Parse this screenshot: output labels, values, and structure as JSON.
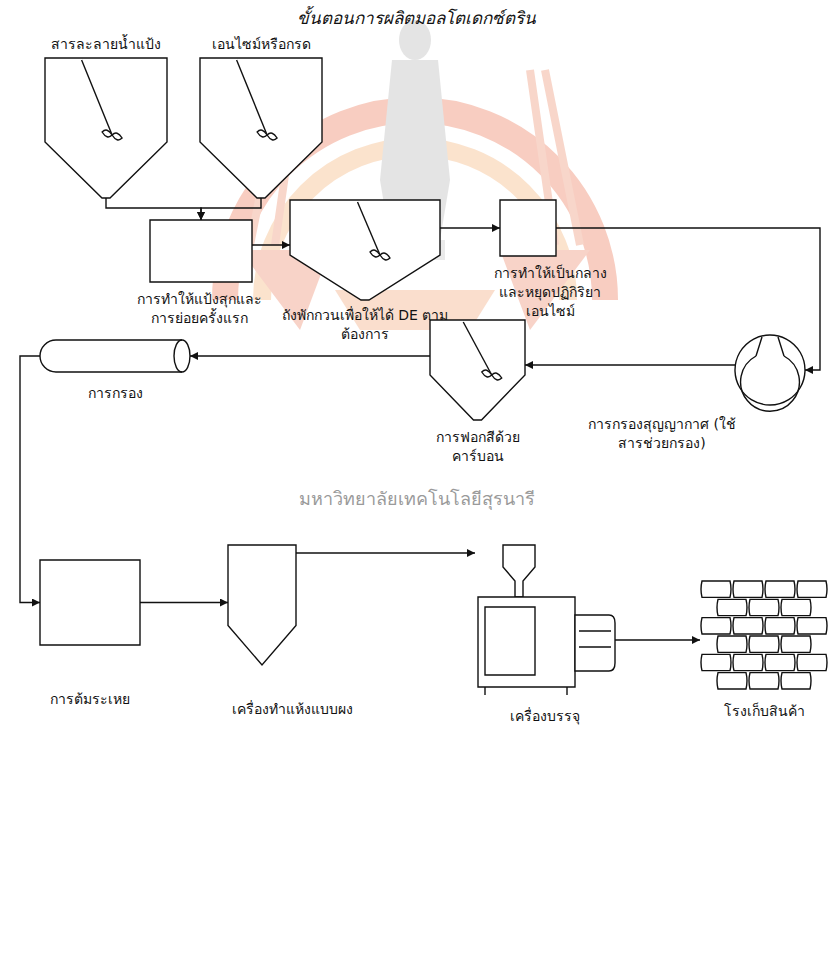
{
  "diagram": {
    "title": "ขั้นตอนการผลิตมอลโตเดกซ์ตริน",
    "nodes": [
      {
        "text": [
          "สารละลายน้ำแป้ง"
        ]
      },
      {
        "text": [
          "เอนไซม์หรือกรด"
        ]
      },
      {
        "text": [
          "การทำให้แป้งสุกและ การย่อยครั้งแรก"
        ]
      },
      {
        "text": [
          "ถังพักกวนเพื่อให้ได้ DE ตามต้องการ"
        ]
      },
      {
        "text": [
          "การทำให้เป็นกลาง และหยุดปฏิกิริยา เอนไซม์"
        ]
      },
      {
        "text": [
          "การกรองสุญญากาศ (ใช้สารช่วยกรอง)"
        ]
      },
      {
        "text": [
          "การฟอกสีด้วย คาร์บอน"
        ]
      },
      {
        "text": [
          "การกรอง"
        ]
      },
      {
        "text": [
          "การต้มระเหย"
        ]
      },
      {
        "text": [
          "เครื่องทำแห้งแบบผง"
        ]
      },
      {
        "text": [
          "เครื่องบรรจุ"
        ]
      },
      {
        "text": [
          "โรงเก็บสินค้า"
        ]
      }
    ],
    "edges": [
      {
        "from": 0,
        "to": 2,
        "arrow": "to"
      },
      {
        "from": 1,
        "to": 2,
        "arrow": "to"
      },
      {
        "from": 2,
        "to": 3,
        "arrow": "to"
      },
      {
        "from": 3,
        "to": 4,
        "arrow": "to"
      },
      {
        "from": 4,
        "to": 5,
        "arrow": "to"
      },
      {
        "from": 5,
        "to": 6,
        "arrow": "to"
      },
      {
        "from": 6,
        "to": 7,
        "arrow": "to"
      },
      {
        "from": 7,
        "to": 8,
        "arrow": "to"
      },
      {
        "from": 8,
        "to": 9,
        "arrow": "to"
      },
      {
        "from": 9,
        "to": 10,
        "arrow": "to"
      },
      {
        "from": 10,
        "to": 11,
        "arrow": "to"
      }
    ],
    "labels": [
      "มหาวิทยาลัยเทคโนโลยีสุรนารี"
    ]
  }
}
